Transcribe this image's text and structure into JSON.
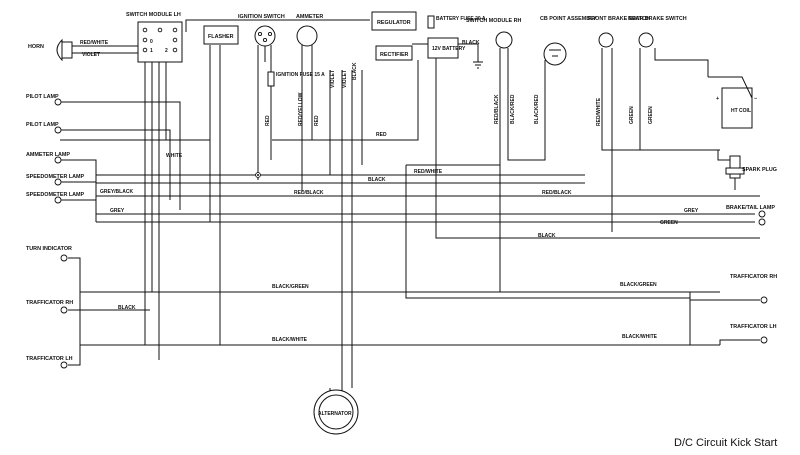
{
  "title": "D/C Circuit Kick Start",
  "components": {
    "horn": "HORN",
    "switch_lh": "SWITCH MODULE LH",
    "flasher": "FLASHER",
    "ignition_switch": "IGNITION SWITCH",
    "ammeter": "AMMETER",
    "regulator": "REGULATOR",
    "battery_fuse": "BATTERY FUSE 20 A",
    "battery": "12V BATTERY",
    "rectifier": "RECTIFIER",
    "ignition_fuse": "IGNITION FUSE 15 A",
    "switch_rh": "SWITCH MODULE RH",
    "cb_point": "CB POINT ASSEMBLY",
    "front_brake": "FRONT BRAKE SWITCH",
    "rear_brake": "REAR BRAKE SWITCH",
    "ht_coil": "HT COIL",
    "spark_plug": "SPARK PLUG",
    "pilot_lamp_1": "PILOT LAMP",
    "pilot_lamp_2": "PILOT LAMP",
    "ammeter_lamp": "AMMETER LAMP",
    "speedo_lamp_1": "SPEEDOMETER LAMP",
    "speedo_lamp_2": "SPEEDOMETER LAMP",
    "turn_indicator": "TURN INDICATOR",
    "trafficator_rh_left": "TRAFFICATOR RH",
    "trafficator_lh_left": "TRAFFICATOR LH",
    "trafficator_rh_right": "TRAFFICATOR RH",
    "trafficator_lh_right": "TRAFFICATOR LH",
    "brake_tail_lamp": "BRAKE/TAIL LAMP",
    "alternator": "ALTERNATOR",
    "switch_pos_0": "0",
    "switch_pos_1": "1",
    "switch_pos_2": "2",
    "coil_plus": "+",
    "coil_minus": "−"
  },
  "wires": {
    "red_white_horn": "RED/WHITE",
    "violet_horn": "VIOLET",
    "white": "WHITE",
    "grey_black": "GREY/BLACK",
    "grey_left": "GREY",
    "red_v1": "RED",
    "red_yellow": "RED/YELLOW",
    "red_v2": "RED",
    "violet_v": "VIOLET",
    "violet_v2": "VIOLET",
    "black_v": "BLACK",
    "red_h": "RED",
    "black_batt": "BLACK",
    "red_black_v": "RED/BLACK",
    "black_red_v": "BLACK/RED",
    "black_red_v2": "BLACK/RED",
    "red_white_v": "RED/WHITE",
    "green_v1": "GREEN",
    "green_v2": "GREEN",
    "red_white_h": "RED/WHITE",
    "black_h1": "BLACK",
    "red_black_h1": "RED/BLACK",
    "red_black_h2": "RED/BLACK",
    "grey_right": "GREY",
    "green_right": "GREEN",
    "black_h2": "BLACK",
    "black_green_1": "BLACK/GREEN",
    "black_green_2": "BLACK/GREEN",
    "black_mid": "BLACK",
    "black_white_1": "BLACK/WHITE",
    "black_white_2": "BLACK/WHITE"
  }
}
